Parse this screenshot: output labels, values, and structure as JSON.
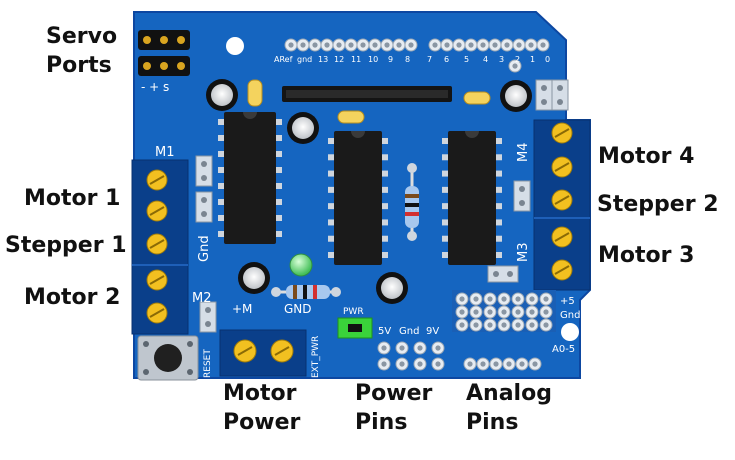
{
  "callouts": {
    "servo_ports": [
      "Servo",
      "Ports"
    ],
    "motor_1": "Motor 1",
    "stepper_1": "Stepper 1",
    "motor_2": "Motor 2",
    "motor_4": "Motor 4",
    "stepper_2": "Stepper 2",
    "motor_3": "Motor 3",
    "motor_power": [
      "Motor",
      "Power"
    ],
    "power_pins": [
      "Power",
      "Pins"
    ],
    "analog_pins": [
      "Analog",
      "Pins"
    ]
  },
  "silkscreen": {
    "servo_signs": "- + s",
    "digital_header": [
      "ARef",
      "gnd",
      "13",
      "12",
      "11",
      "10",
      "9",
      "8",
      "7",
      "6",
      "5",
      "4",
      "3",
      "2",
      "1",
      "0"
    ],
    "m1": "M1",
    "m2": "M2",
    "m3": "M3",
    "m4": "M4",
    "gnd_left": "Gnd",
    "plus_m": "+M",
    "gnd_bottom": "GND",
    "reset": "RESET",
    "ext_pwr": "EXT_PWR",
    "pwr": "PWR",
    "power_header": [
      "5V",
      "Gnd",
      "9V"
    ],
    "plus5": "+5",
    "gnd_right": "Gnd",
    "a0_5": "A0-5"
  },
  "colors": {
    "board": "#1565c0",
    "board_edge": "#0d47a1",
    "terminal": "#0a3f8a",
    "screw": "#f2c020",
    "chip": "#1a1a1a",
    "header_pin": "#e7ecf2",
    "silk": "#ffffff",
    "led": "#66d97a",
    "pwr_jumper": "#3ad23a"
  }
}
